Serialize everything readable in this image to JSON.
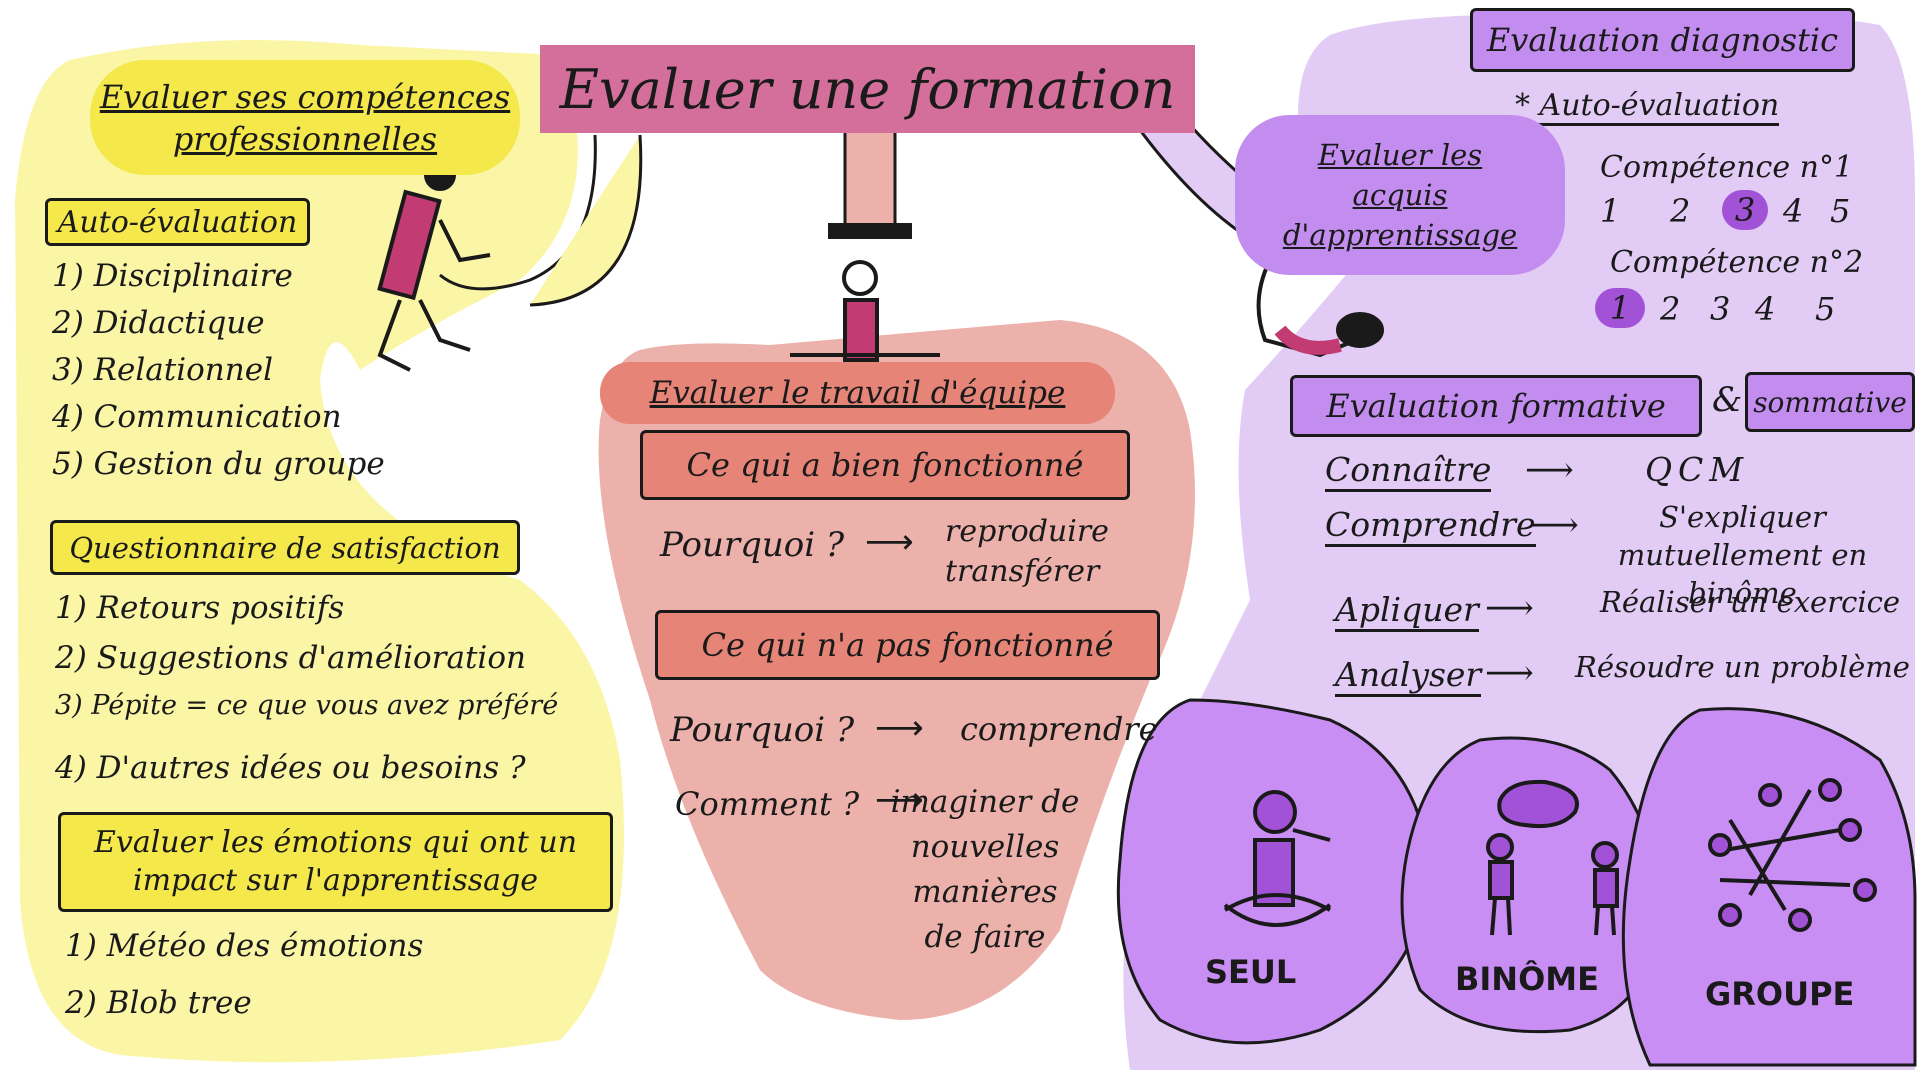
{
  "title": "Evaluer une formation",
  "left": {
    "heading": "Evaluer ses compétences professionnelles",
    "auto_evaluation": {
      "label": "Auto-évaluation",
      "items": [
        "1) Disciplinaire",
        "2) Didactique",
        "3) Relationnel",
        "4) Communication",
        "5) Gestion du groupe"
      ]
    },
    "questionnaire": {
      "label": "Questionnaire de satisfaction",
      "items": [
        "1) Retours positifs",
        "2) Suggestions d'amélioration",
        "3) Pépite = ce que vous avez préféré",
        "4) D'autres idées ou besoins ?"
      ]
    },
    "emotions": {
      "label": "Evaluer les émotions qui ont un impact sur l'apprentissage",
      "items": [
        "1) Météo des émotions",
        "2) Blob tree"
      ]
    }
  },
  "center": {
    "heading": "Evaluer le travail d'équipe",
    "worked": {
      "label": "Ce qui a bien fonctionné",
      "why": "Pourquoi ?",
      "arrow": "⟶",
      "result": "reproduire transférer"
    },
    "not_worked": {
      "label": "Ce qui n'a pas fonctionné",
      "why": "Pourquoi ?",
      "why_result": "comprendre",
      "how": "Comment ?",
      "how_result": "imaginer de nouvelles manières de faire",
      "arrow": "⟶"
    }
  },
  "right": {
    "diagnostic": {
      "label": "Evaluation diagnostic",
      "auto": "* Auto-évaluation",
      "competence1": "Compétence n°1",
      "scale1": [
        "1",
        "2",
        "3",
        "4",
        "5"
      ],
      "competence2": "Compétence n°2",
      "scale2": [
        "1",
        "2",
        "3",
        "4",
        "5"
      ]
    },
    "acquis": "Evaluer les acquis d'apprentissage",
    "formative": "Evaluation formative",
    "ampersand": "&",
    "sommative": "sommative",
    "bloom": [
      {
        "verb": "Connaître",
        "result": "QCM"
      },
      {
        "verb": "Comprendre",
        "result": "S'expliquer mutuellement en binôme"
      },
      {
        "verb": "Apliquer",
        "result": "Réaliser un exercice"
      },
      {
        "verb": "Analyser",
        "result": "Résoudre un problème"
      }
    ],
    "arrow": "⟶",
    "groups": [
      "SEUL",
      "BINÔME",
      "GROUPE"
    ]
  },
  "colors": {
    "yellow": "#fbf6a6",
    "pink_title": "#d36f9a",
    "salmon_bg": "#ebb1aa",
    "salmon_box": "#e58477",
    "lavender_bg": "#e2ccf6",
    "purple_box": "#c38df0",
    "purple_circle": "#c98ef3"
  }
}
